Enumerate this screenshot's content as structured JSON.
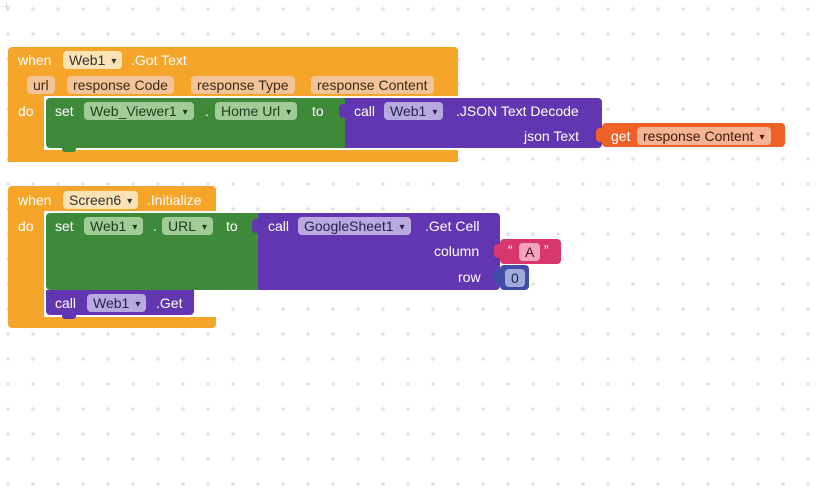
{
  "workspace": {
    "background": "#ffffff",
    "grid_color": "#d6d6d6"
  },
  "colors": {
    "event": "#f5a52a",
    "setter": "#3f8a3a",
    "method": "#6236b0",
    "getter": "#ef6227",
    "text": "#d8376e",
    "math": "#3f4da6"
  },
  "block_got_text": {
    "when_label": "when",
    "component": "Web1",
    "event": ".Got Text",
    "params": [
      "url",
      "response Code",
      "response Type",
      "response Content"
    ],
    "do_label": "do",
    "set_label": "set",
    "set_component": "Web_Viewer1",
    "dot": ".",
    "set_property": "Home Url",
    "to_label": "to",
    "call_label": "call",
    "call_component": "Web1",
    "call_method": ".JSON Text Decode",
    "arg_label": "json Text",
    "get_label": "get",
    "get_var": "response Content"
  },
  "block_initialize": {
    "when_label": "when",
    "component": "Screen6",
    "event": ".Initialize",
    "do_label": "do",
    "set_label": "set",
    "set_component": "Web1",
    "dot": ".",
    "set_property": "URL",
    "to_label": "to",
    "call_label": "call",
    "call_component": "GoogleSheet1",
    "call_method": ".Get Cell",
    "column_label": "column",
    "quote_open": "“",
    "column_value": "A",
    "quote_close": "”",
    "row_label": "row",
    "row_value": "0",
    "call2_label": "call",
    "call2_component": "Web1",
    "call2_method": ".Get"
  }
}
